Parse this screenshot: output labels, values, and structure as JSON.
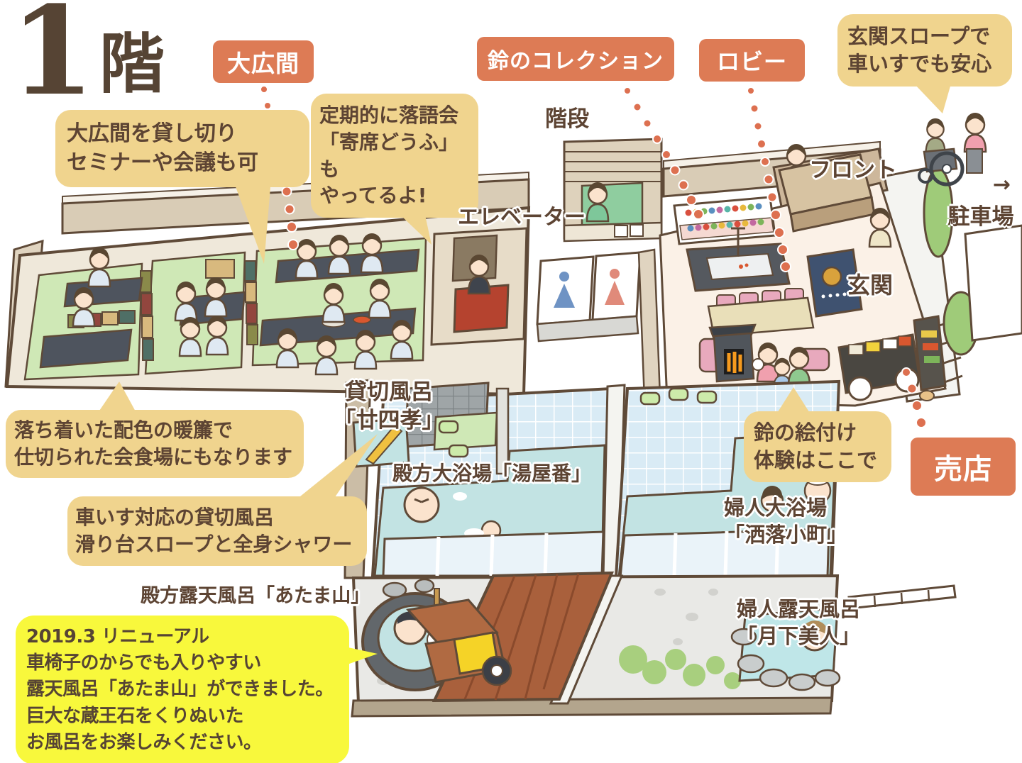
{
  "title": {
    "number": "1",
    "suffix": "階"
  },
  "area_labels": {
    "ohiroma": "大広間",
    "suzu_collection": "鈴のコレクション",
    "lobby": "ロビー",
    "baiten": "売店"
  },
  "callouts": {
    "ohiroma_rental": "大広間を貸し切り\nセミナーや会議も可",
    "rakugo": "定期的に落語会\n「寄席どうふ」も\nやってるよ!",
    "slope": "玄関スロープで\n車いすでも安心",
    "noren": "落ち着いた配色の暖簾で\n仕切られた会食場にもなります",
    "kashikiri_shower": "車いす対応の貸切風呂\n滑り台スロープと全身シャワー",
    "suzu_paint": "鈴の絵付け\n体験はここで"
  },
  "notice": {
    "renewal": "2019.3 リニューアル\n車椅子のからでも入りやすい\n露天風呂「あたま山」ができました。\n巨大な蔵王石をくりぬいた\nお風呂をお楽しみください。"
  },
  "map_labels": {
    "kaidan": "階段",
    "elevator": "エレベーター",
    "front": "フロント",
    "genkan": "玄関",
    "parking_arrow": "→",
    "parking": "駐車場",
    "kashikiri_bath": "貸切風呂\n「廿四孝」",
    "men_bath": "殿方大浴場「湯屋番」",
    "women_bath": "婦人大浴場\n「洒落小町」",
    "men_rotenburo": "殿方露天風呂「あたま山」",
    "women_rotenburo": "婦人露天風呂\n「月下美人」"
  },
  "colors": {
    "area_tag_bg": "#dd7b55",
    "bubble_bg": "#f0d48e",
    "notice_bg": "#f8f83c",
    "text_brown": "#5d4433",
    "leader_dot": "#dd7050",
    "tatami_green": "#cfe8b6",
    "bath_tile_blue": "#d9ebf5",
    "water_aqua": "#c2e3e3"
  }
}
